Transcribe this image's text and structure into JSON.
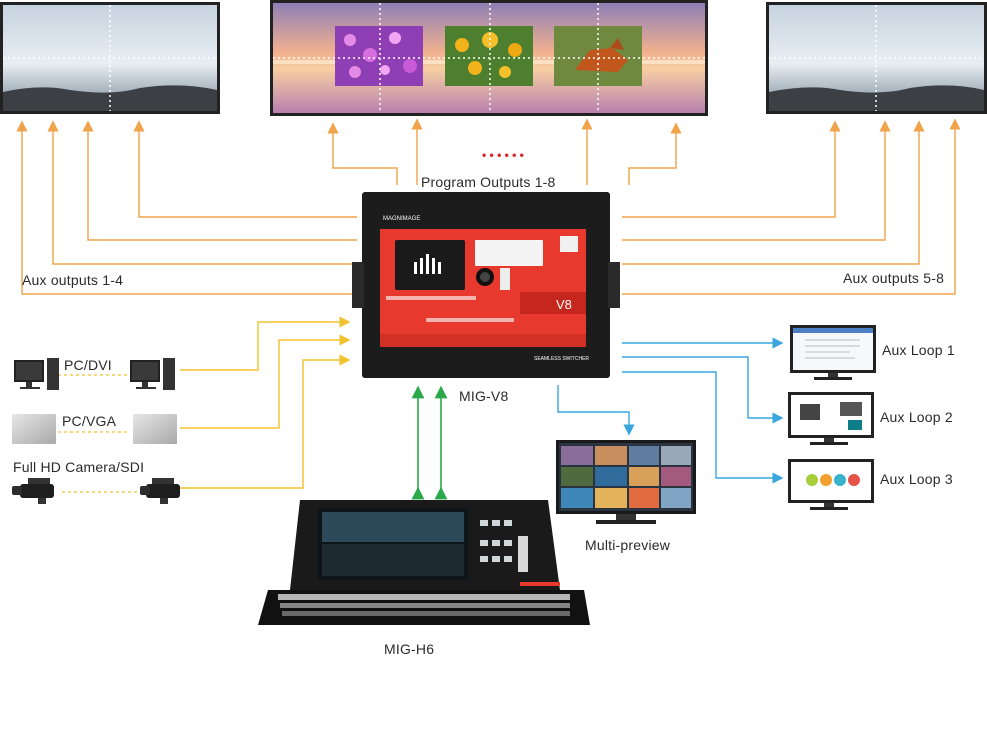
{
  "labels": {
    "program_outputs": "Program Outputs  1-8",
    "aux_outputs_left": "Aux outputs 1-4",
    "aux_outputs_right": "Aux outputs  5-8",
    "pc_dvi": "PC/DVI",
    "pc_vga": "PC/VGA",
    "camera": "Full HD Camera/SDI",
    "mig_v8": "MIG-V8",
    "mig_h6": "MIG-H6",
    "multi_preview": "Multi-preview",
    "aux_loop_1": "Aux Loop 1",
    "aux_loop_2": "Aux Loop 2",
    "aux_loop_3": "Aux Loop 3",
    "ellipsis": "• • •  • • •"
  },
  "device": {
    "brand": "MAGNIMAGE",
    "model_badge": "V8",
    "footer": "SEAMLESS SWITCHER"
  },
  "colors": {
    "output_arrows": "#f0a34a",
    "input_arrows": "#f2c12e",
    "loop_arrows": "#3aa6e0",
    "control_arrows": "#2aa84a",
    "device_red": "#e8392f",
    "ellipsis": "#e02020"
  }
}
